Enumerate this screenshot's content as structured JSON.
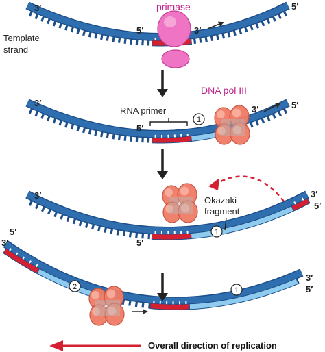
{
  "colors": {
    "template_strand": "#2f6fb0",
    "template_edge": "#1d4f8a",
    "new_strand": "#8fcbef",
    "rna_primer": "#d42030",
    "primase": "#ef74c4",
    "dna_pol": "#f07c66",
    "arrow": "#2a2a2a",
    "red_arrow": "#d42030",
    "label_magenta": "#c0208c"
  },
  "labels": {
    "primase": "primase",
    "dna_pol_iii": "DNA pol III",
    "template_strand_line1": "Template",
    "template_strand_line2": "strand",
    "rna_primer": "RNA primer",
    "okazaki_line1": "Okazaki",
    "okazaki_line2": "fragment",
    "overall_direction": "Overall direction of replication",
    "step1": "1",
    "step2": "2"
  },
  "ends": {
    "s1_left": "3′",
    "s1_right": "5′",
    "s1_primer5": "5′",
    "s1_primer3": "3′",
    "s2_left": "3′",
    "s2_right": "5′",
    "s2_primer5": "5′",
    "s2_pol3": "3′",
    "s3_left": "3′",
    "s3_right3": "3′",
    "s3_right5": "5′",
    "s3_primer5": "5′",
    "s4_left5": "5′",
    "s4_left3": "3′",
    "s4_right3": "3′",
    "s4_right5": "5′"
  }
}
